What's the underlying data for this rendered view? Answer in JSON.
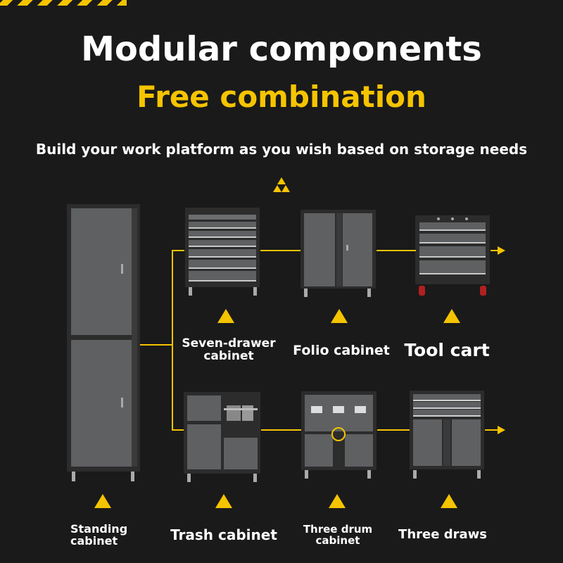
{
  "header": {
    "title": "Modular components",
    "subtitle": "Free combination",
    "tagline": "Build your work platform as you wish based on storage needs"
  },
  "components": {
    "standing": "Standing\ncabinet",
    "seven_drawer": "Seven-drawer\ncabinet",
    "folio": "Folio cabinet",
    "tool_cart": "Tool cart",
    "trash": "Trash cabinet",
    "three_drum": "Three drum\ncabinet",
    "three_draws": "Three draws"
  },
  "colors": {
    "accent": "#f5c400",
    "background": "#1a1a1a",
    "panel": "#5e6062",
    "frame": "#2c2c2c"
  }
}
